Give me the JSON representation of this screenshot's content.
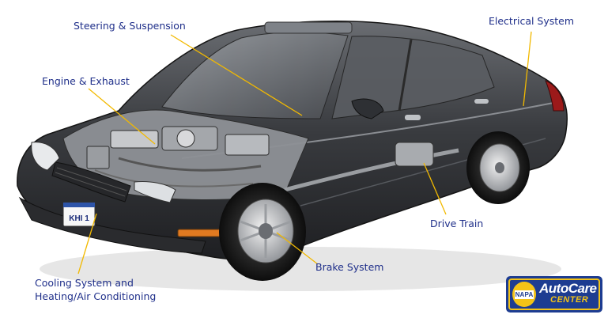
{
  "diagram": {
    "labels": {
      "steering": "Steering & Suspension",
      "electrical": "Electrical System",
      "engine": "Engine & Exhaust",
      "drive_train": "Drive Train",
      "brake": "Brake System",
      "cooling_line1": "Cooling System and",
      "cooling_line2": "Heating/Air Conditioning"
    },
    "license_plate": "KHI 1",
    "logo": {
      "badge": "NAPA",
      "brand_line1": "AutoCare",
      "brand_line2": "CENTER"
    },
    "colors": {
      "label_text": "#1f2f8a",
      "leader_line": "#f2b900",
      "car_body": "#3a3c40",
      "logo_blue": "#1d3c91",
      "logo_yellow": "#f3c317"
    }
  }
}
